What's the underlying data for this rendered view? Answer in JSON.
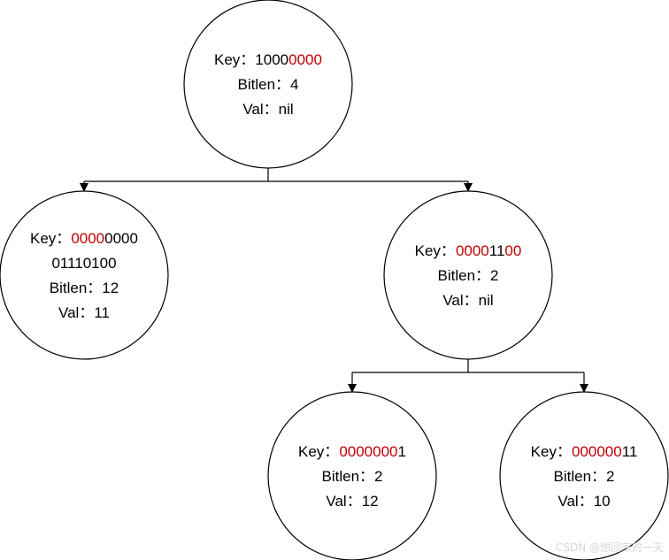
{
  "diagram": {
    "nodes": [
      {
        "id": "root",
        "lines": [
          {
            "parts": [
              {
                "text": "Key：1000",
                "color": "black"
              },
              {
                "text": "0000",
                "color": "red"
              }
            ]
          },
          {
            "parts": [
              {
                "text": "Bitlen：4",
                "color": "black"
              }
            ]
          },
          {
            "parts": [
              {
                "text": "Val：nil",
                "color": "black"
              }
            ]
          }
        ]
      },
      {
        "id": "left-child",
        "lines": [
          {
            "parts": [
              {
                "text": "Key：",
                "color": "black"
              },
              {
                "text": "0000",
                "color": "red"
              },
              {
                "text": "0000",
                "color": "black"
              }
            ]
          },
          {
            "parts": [
              {
                "text": "01110100",
                "color": "black"
              }
            ]
          },
          {
            "parts": [
              {
                "text": "Bitlen：12",
                "color": "black"
              }
            ]
          },
          {
            "parts": [
              {
                "text": "Val：11",
                "color": "black"
              }
            ]
          }
        ]
      },
      {
        "id": "right-child",
        "lines": [
          {
            "parts": [
              {
                "text": "Key：",
                "color": "black"
              },
              {
                "text": "0000",
                "color": "red"
              },
              {
                "text": "11",
                "color": "black"
              },
              {
                "text": "00",
                "color": "red"
              }
            ]
          },
          {
            "parts": [
              {
                "text": "Bitlen：2",
                "color": "black"
              }
            ]
          },
          {
            "parts": [
              {
                "text": "Val：nil",
                "color": "black"
              }
            ]
          }
        ]
      },
      {
        "id": "bottom-left",
        "lines": [
          {
            "parts": [
              {
                "text": "Key：",
                "color": "black"
              },
              {
                "text": "0000000",
                "color": "red"
              },
              {
                "text": "1",
                "color": "black"
              }
            ]
          },
          {
            "parts": [
              {
                "text": "Bitlen：2",
                "color": "black"
              }
            ]
          },
          {
            "parts": [
              {
                "text": "Val：12",
                "color": "black"
              }
            ]
          }
        ]
      },
      {
        "id": "bottom-right",
        "lines": [
          {
            "parts": [
              {
                "text": "Key：",
                "color": "black"
              },
              {
                "text": "000000",
                "color": "red"
              },
              {
                "text": "11",
                "color": "black"
              }
            ]
          },
          {
            "parts": [
              {
                "text": "Bitlen：2",
                "color": "black"
              }
            ]
          },
          {
            "parts": [
              {
                "text": "Val：10",
                "color": "black"
              }
            ]
          }
        ]
      }
    ],
    "edges": [
      {
        "from": "root",
        "to": "left-child"
      },
      {
        "from": "root",
        "to": "right-child"
      },
      {
        "from": "right-child",
        "to": "bottom-left"
      },
      {
        "from": "right-child",
        "to": "bottom-right"
      }
    ]
  },
  "colors": {
    "red": "#c00000",
    "black": "#000000",
    "line": "#000000",
    "node_fill": "#ffffff"
  },
  "watermark": "CSDN @想回家的一天"
}
